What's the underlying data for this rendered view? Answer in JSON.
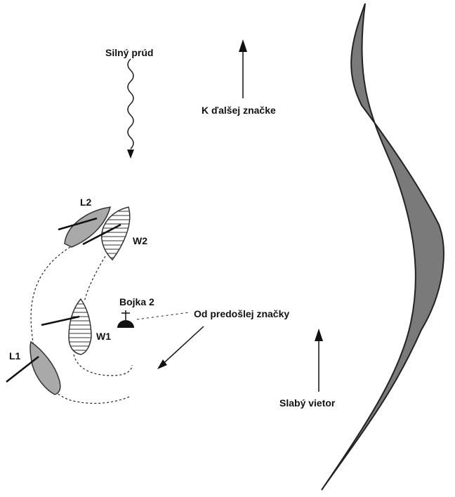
{
  "labels": {
    "strong_current": "Silný prúd",
    "to_next_mark": "K ďalšej značke",
    "boat_l2": "L2",
    "boat_w2": "W2",
    "buoy": "Bojka 2",
    "from_previous_mark": "Od predošlej značky",
    "boat_w1": "W1",
    "boat_l1": "L1",
    "weak_wind": "Slabý vietor"
  },
  "colors": {
    "shore_fill": "#7a7a7a",
    "hull_gray": "#a9a9a9",
    "ink": "#111111"
  }
}
